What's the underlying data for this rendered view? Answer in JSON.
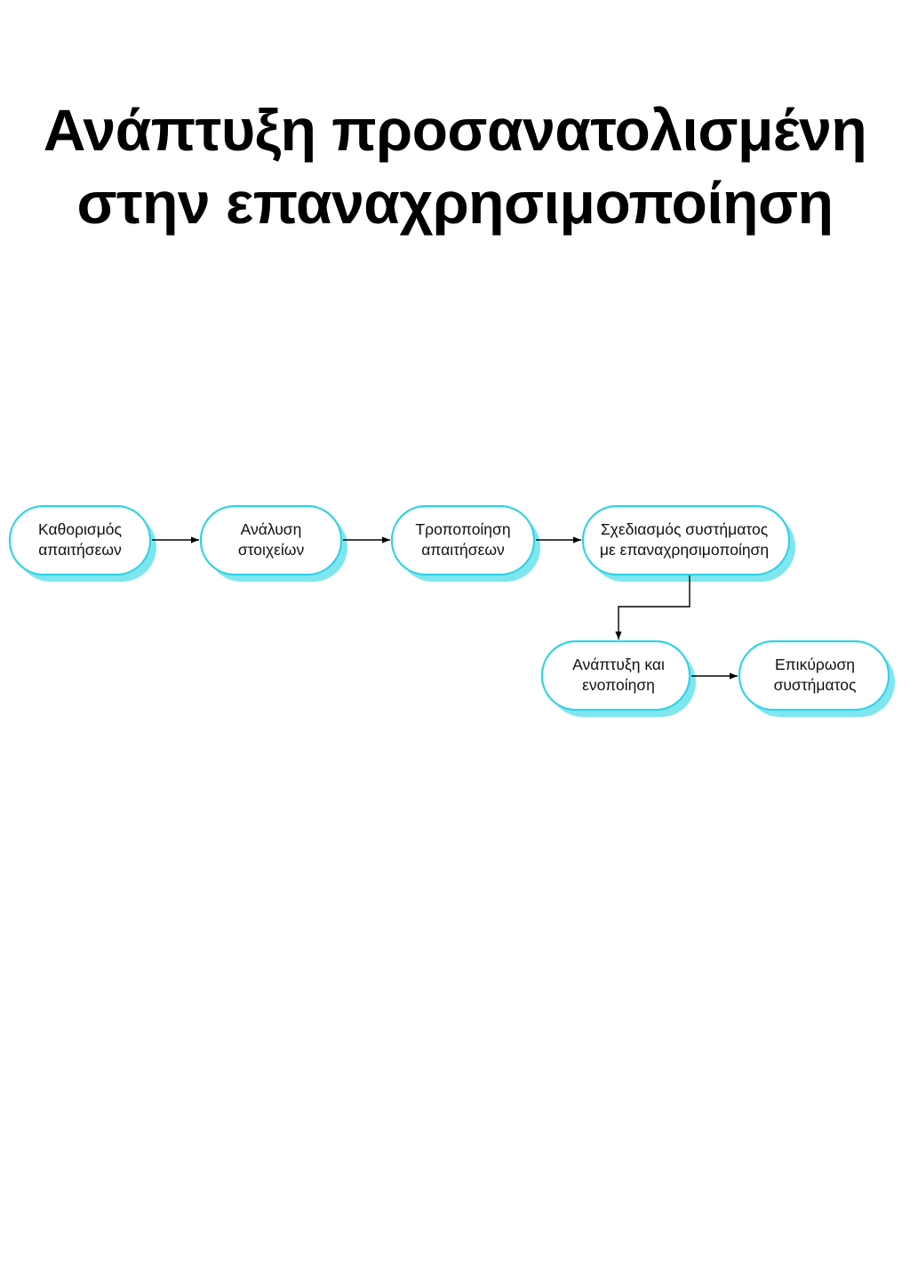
{
  "title": {
    "line1": "Ανάπτυξη προσανατολισμένη",
    "line2": "στην επαναχρησιμοποίηση"
  },
  "diagram": {
    "colors": {
      "node_border": "#2fd3e4",
      "node_shadow": "#7fe6ef",
      "node_fill": "#ffffff",
      "arrow": "#000000"
    },
    "nodes": [
      {
        "id": "requirements-specification",
        "line1": "Καθορισμός",
        "line2": "απαιτήσεων"
      },
      {
        "id": "component-analysis",
        "line1": "Ανάλυση",
        "line2": "στοιχείων"
      },
      {
        "id": "requirements-modification",
        "line1": "Τροποποίηση",
        "line2": "απαιτήσεων"
      },
      {
        "id": "system-design-with-reuse",
        "line1": "Σχεδιασμός συστήματος",
        "line2": "με επαναχρησιμοποίηση"
      },
      {
        "id": "development-and-integration",
        "line1": "Ανάπτυξη και",
        "line2": "ενοποίηση"
      },
      {
        "id": "system-validation",
        "line1": "Επικύρωση",
        "line2": "συστήματος"
      }
    ],
    "edges": [
      {
        "from": "requirements-specification",
        "to": "component-analysis"
      },
      {
        "from": "component-analysis",
        "to": "requirements-modification"
      },
      {
        "from": "requirements-modification",
        "to": "system-design-with-reuse"
      },
      {
        "from": "system-design-with-reuse",
        "to": "development-and-integration"
      },
      {
        "from": "development-and-integration",
        "to": "system-validation"
      }
    ]
  }
}
